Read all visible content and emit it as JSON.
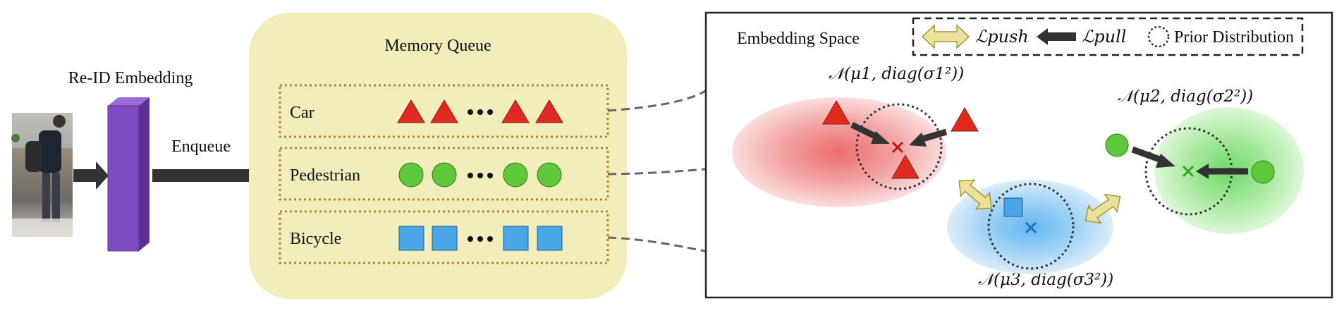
{
  "reid": {
    "title": "Re-ID Embedding",
    "enqueue_label": "Enqueue"
  },
  "memory": {
    "title": "Memory Queue",
    "rows": [
      {
        "label": "Car",
        "shape": "triangle",
        "color": "#e02a20"
      },
      {
        "label": "Pedestrian",
        "shape": "circle",
        "color": "#5ec83a"
      },
      {
        "label": "Bicycle",
        "shape": "square",
        "color": "#4aa6e6"
      }
    ]
  },
  "embedding": {
    "title": "Embedding Space",
    "legend": {
      "push": "ℒpush",
      "pull": "ℒpull",
      "prior": "Prior Distribution"
    },
    "distributions": [
      {
        "label": "𝒩(μ1, diag(σ1²))",
        "color": "#f08a8a"
      },
      {
        "label": "𝒩(μ2, diag(σ2²))",
        "color": "#8ee08a"
      },
      {
        "label": "𝒩(μ3, diag(σ3²))",
        "color": "#8cc6f0"
      }
    ]
  },
  "colors": {
    "queue_bg": "#f2eebb",
    "queue_border": "#b8862a",
    "embed_cube": "#7e4cc0",
    "arrow_dark": "#333333",
    "push_arrow": "#ece19a"
  }
}
